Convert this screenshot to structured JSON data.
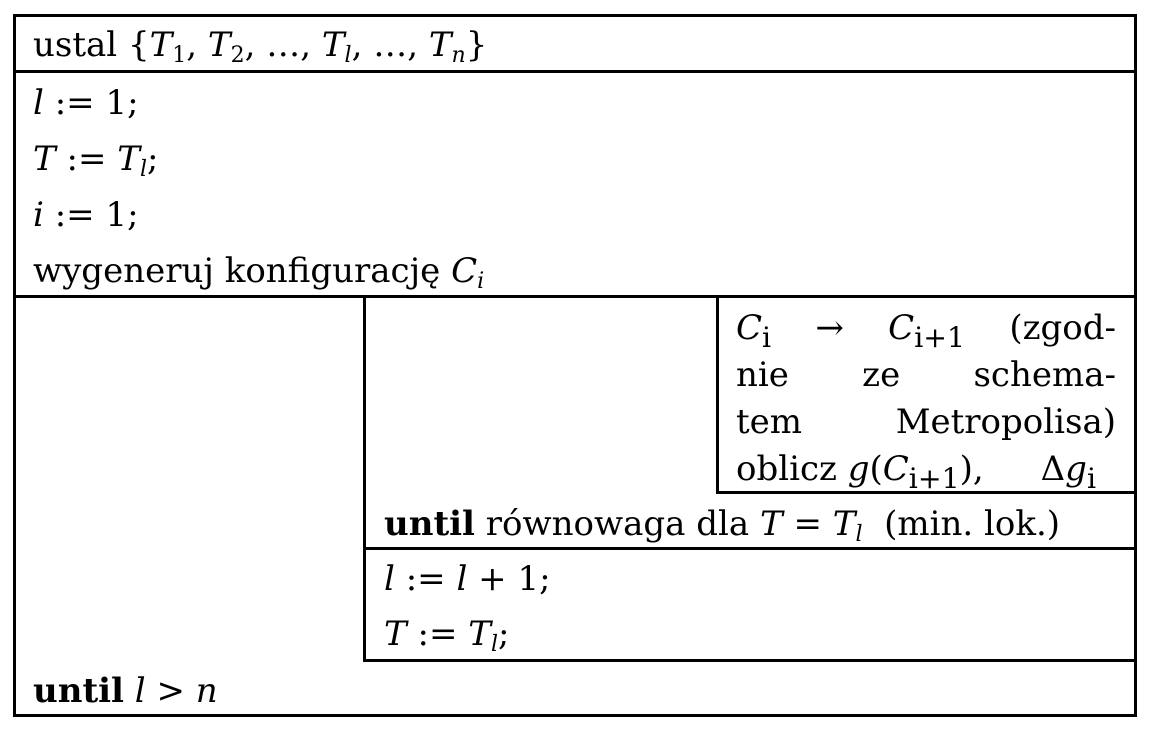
{
  "header": {
    "keyword": "ustal",
    "set_open": "{",
    "set_close": "}",
    "items": [
      "T",
      "1",
      "T",
      "2",
      "T",
      "l",
      "T",
      "n"
    ],
    "ellipsis": "…"
  },
  "init": {
    "line1": {
      "var": "l",
      "op": ":=",
      "val": "1;"
    },
    "line2": {
      "var": "T",
      "op": ":=",
      "rhs": "T",
      "rhs_sub": "l",
      "end": ";"
    },
    "line3": {
      "var": "i",
      "op": ":=",
      "val": "1;"
    },
    "line4": {
      "text": "wygeneruj konfigurację",
      "var": "C",
      "sub": "i"
    }
  },
  "inner_block": {
    "row1": {
      "from": "C",
      "from_sub": "i",
      "arrow": "→",
      "to": "C",
      "to_sub": "i+1",
      "paren": "(zgod-"
    },
    "row2": {
      "w1": "nie",
      "w2": "ze",
      "w3": "schema-"
    },
    "row3": {
      "w1": "tem",
      "w2": "Metropolisa)"
    },
    "row4": {
      "text": "oblicz",
      "fn": "g",
      "arg": "C",
      "arg_sub": "i+1",
      "delta": "Δ",
      "dvar": "g",
      "dsub": "i"
    }
  },
  "inner_until": {
    "keyword": "until",
    "text": "równowaga dla",
    "lhs": "T",
    "eq": "=",
    "rhs": "T",
    "rhs_sub": "l",
    "note": "(min. lok.)"
  },
  "update": {
    "line1": {
      "var": "l",
      "op": ":=",
      "rhs": "l",
      "plus": "+",
      "val": "1;"
    },
    "line2": {
      "var": "T",
      "op": ":=",
      "rhs": "T",
      "rhs_sub": "l",
      "end": ";"
    }
  },
  "outer_until": {
    "keyword": "until",
    "lhs": "l",
    "op": ">",
    "rhs": "n"
  }
}
